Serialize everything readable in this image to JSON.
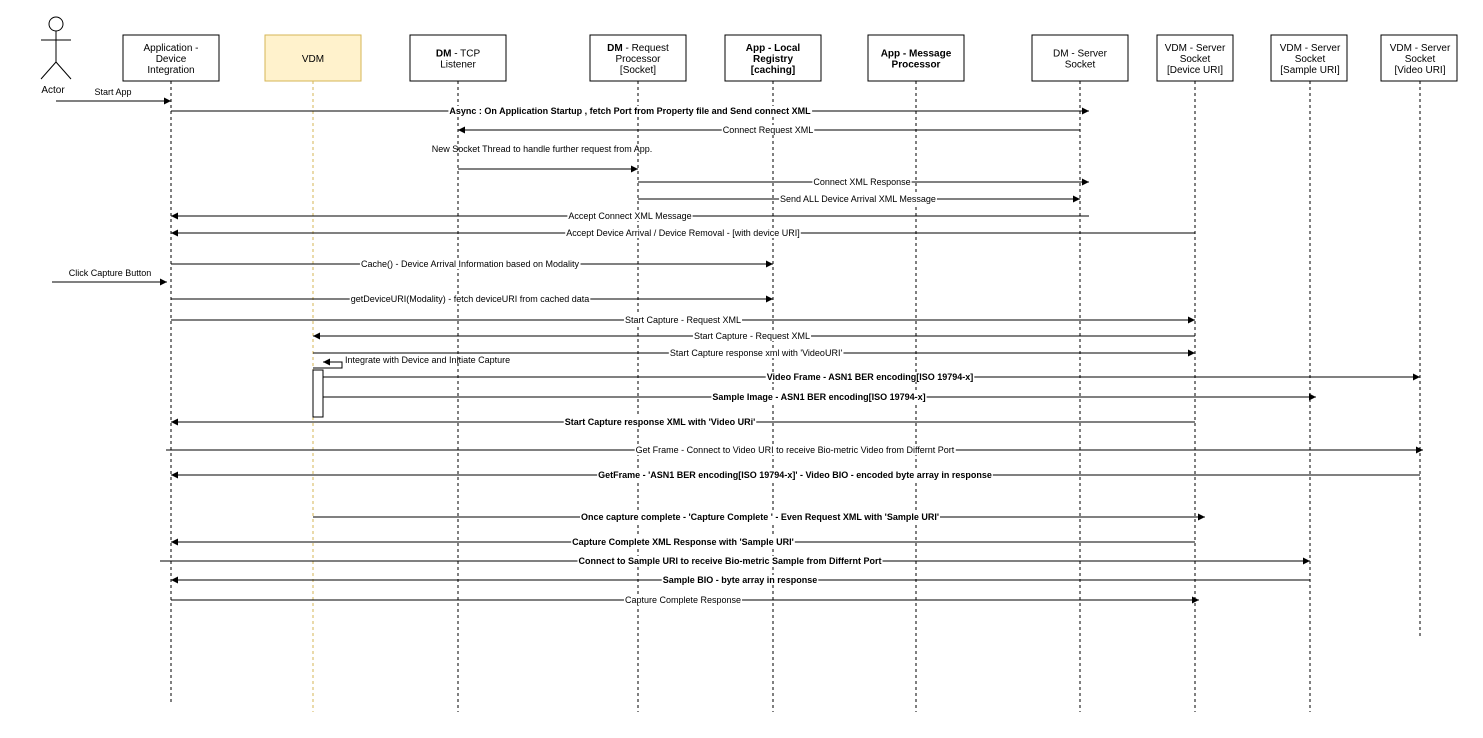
{
  "actor": {
    "label": "Actor"
  },
  "participants": [
    {
      "id": "app",
      "lines": [
        "Application -",
        "Device",
        "Integration"
      ],
      "bold_first": false,
      "highlight": false
    },
    {
      "id": "vdm",
      "lines": [
        "VDM"
      ],
      "bold_first": false,
      "highlight": true
    },
    {
      "id": "tcp",
      "lines": [
        "DM - TCP",
        "Listener"
      ],
      "bold_first": false,
      "bold_prefix": "DM",
      "highlight": false
    },
    {
      "id": "reqproc",
      "lines": [
        "DM - Request",
        "Processor",
        "[Socket]"
      ],
      "bold_first": false,
      "bold_prefix": "DM",
      "highlight": false
    },
    {
      "id": "registry",
      "lines": [
        "App - Local",
        "Registry",
        "[caching]"
      ],
      "bold_all": true,
      "highlight": false
    },
    {
      "id": "msgproc",
      "lines": [
        "App - Message",
        "Processor"
      ],
      "bold_all": true,
      "highlight": false
    },
    {
      "id": "dmserver",
      "lines": [
        "DM - Server",
        "Socket"
      ],
      "bold_first": false,
      "highlight": false
    },
    {
      "id": "vdmdevice",
      "lines": [
        "VDM - Server",
        "Socket",
        "[Device URI]"
      ],
      "bold_first": false,
      "highlight": false
    },
    {
      "id": "vdmsample",
      "lines": [
        "VDM - Server",
        "Socket",
        "[Sample URI]"
      ],
      "bold_first": false,
      "highlight": false
    },
    {
      "id": "vdmvideo",
      "lines": [
        "VDM - Server",
        "Socket",
        "[Video URI]"
      ],
      "bold_first": false,
      "highlight": false
    }
  ],
  "messages": [
    {
      "text": "Start App",
      "from": "actor",
      "to": "app",
      "bold": false
    },
    {
      "text": "Async : On Application Startup , fetch Port from Property file and Send connect  XML",
      "from": "app",
      "to": "dmserver",
      "bold": true
    },
    {
      "text": "Connect Request XML",
      "from": "dmserver",
      "to": "tcp",
      "bold": false
    },
    {
      "text": "New Socket Thread to handle further request from App.",
      "from": "tcp",
      "to": "reqproc",
      "bold": false
    },
    {
      "text": "Connect XML Response",
      "from": "reqproc",
      "to": "dmserver",
      "bold": false
    },
    {
      "text": "Send ALL Device Arrival  XML Message",
      "from": "reqproc",
      "to": "dmserver",
      "bold": false
    },
    {
      "text": "Accept Connect XML Message",
      "from": "dmserver",
      "to": "app",
      "bold": false
    },
    {
      "text": "Accept Device Arrival / Device Removal - [with device URI]",
      "from": "vdmdevice",
      "to": "app",
      "bold": false
    },
    {
      "text": "Cache() - Device Arrival Information based on Modality",
      "from": "app",
      "to": "registry",
      "bold": false
    },
    {
      "text": "Click Capture Button",
      "from": "actor",
      "to": "app",
      "bold": false
    },
    {
      "text": "getDeviceURI(Modality) - fetch deviceURI from cached data",
      "from": "app",
      "to": "registry",
      "bold": false
    },
    {
      "text": "Start Capture - Request XML",
      "from": "app",
      "to": "vdmdevice",
      "bold": false
    },
    {
      "text": "Start Capture - Request XML",
      "from": "vdmdevice",
      "to": "vdm",
      "bold": false
    },
    {
      "text": "Start Capture response xml with 'VideoURI'",
      "from": "vdm",
      "to": "vdmdevice",
      "bold": false
    },
    {
      "text": "Integrate with Device and Initiate Capture",
      "from": "vdm",
      "to": "vdm",
      "bold": false
    },
    {
      "text": "Video Frame - ASN1 BER encoding[ISO 19794-x]",
      "from": "vdm",
      "to": "vdmvideo",
      "bold": true
    },
    {
      "text": "Sample Image - ASN1 BER encoding[ISO 19794-x]",
      "from": "vdm",
      "to": "vdmsample",
      "bold": true
    },
    {
      "text": "Start Capture response XML with 'Video URi'",
      "from": "vdmdevice",
      "to": "app",
      "bold": true
    },
    {
      "text": "Get Frame - Connect to Video URI to receive Bio-metric Video from Differnt Port",
      "from": "app",
      "to": "vdmvideo",
      "bold": false
    },
    {
      "text": "GetFrame - 'ASN1 BER encoding[ISO 19794-x]' - Video BIO - encoded byte array in response",
      "from": "vdmvideo",
      "to": "app",
      "bold": true
    },
    {
      "text": "Once capture complete - 'Capture Complete ' - Even Request XML with 'Sample URI'",
      "from": "vdm",
      "to": "vdmdevice",
      "bold": true
    },
    {
      "text": "Capture Complete  XML Response with 'Sample URI'",
      "from": "vdmdevice",
      "to": "app",
      "bold": true
    },
    {
      "text": "Connect to Sample URI to receive Bio-metric Sample from Differnt Port",
      "from": "app",
      "to": "vdmsample",
      "bold": true
    },
    {
      "text": "Sample BIO - byte array in response",
      "from": "vdmsample",
      "to": "app",
      "bold": true
    },
    {
      "text": "Capture Complete Response",
      "from": "app",
      "to": "vdmdevice",
      "bold": false
    }
  ],
  "colors": {
    "highlight_fill": "#fff2cc",
    "highlight_stroke": "#d6b656",
    "line": "#000000"
  }
}
